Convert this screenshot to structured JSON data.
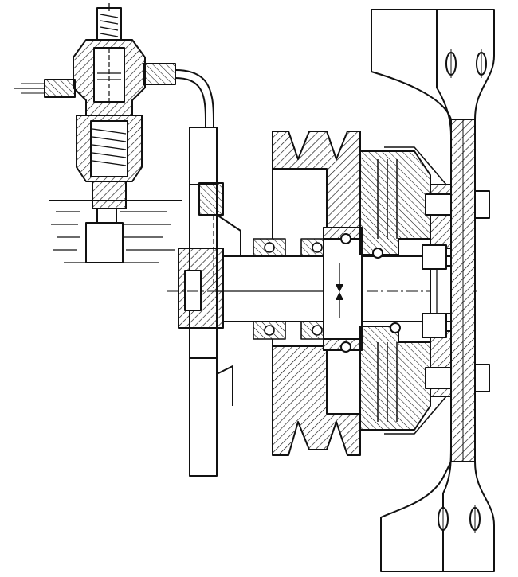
{
  "figure": {
    "kind": "technical cross-section line drawing",
    "ink_color": "#111111",
    "paper_color": "#ffffff",
    "hatch": "diagonal"
  },
  "parts": [
    {
      "id": "thermostatic-valve",
      "label": ""
    },
    {
      "id": "oil-pipe",
      "label": ""
    },
    {
      "id": "drive-shaft",
      "label": ""
    },
    {
      "id": "v-belt-pulley",
      "label": ""
    },
    {
      "id": "friction-clutch",
      "label": ""
    },
    {
      "id": "mounting-bracket",
      "label": ""
    }
  ]
}
